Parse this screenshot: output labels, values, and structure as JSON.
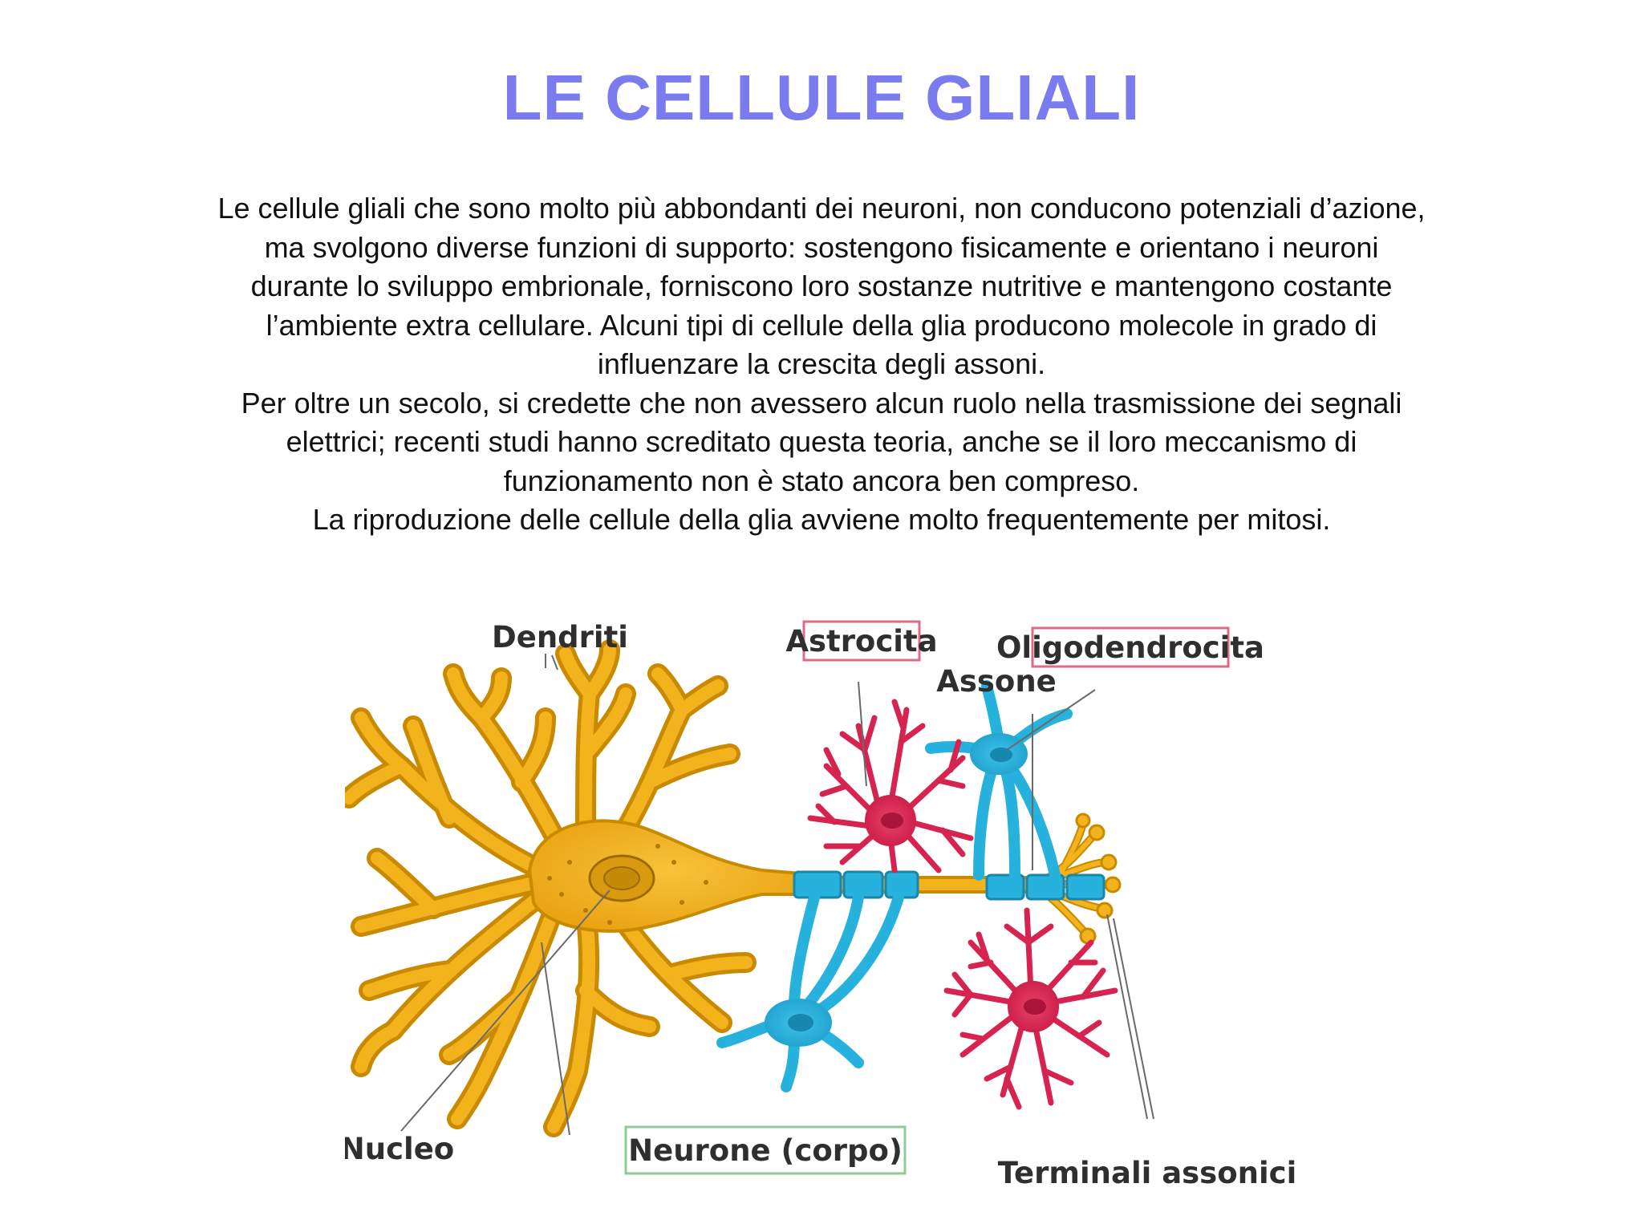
{
  "title": "LE CELLULE GLIALI",
  "paragraph_lines": [
    "Le cellule gliali che sono molto più abbondanti dei neuroni, non conducono potenziali d’azione,",
    "ma svolgono diverse funzioni di supporto: sostengono fisicamente e orientano i neuroni",
    "durante lo sviluppo embrionale, forniscono loro sostanze nutritive e mantengono costante",
    "l’ambiente extra cellulare. Alcuni tipi di cellule della glia producono molecole in grado di",
    "influenzare la crescita degli assoni.",
    "Per oltre un secolo, si credette che non avessero alcun ruolo nella trasmissione dei segnali",
    "elettrici; recenti studi hanno screditato questa teoria, anche se il loro meccanismo di",
    "funzionamento non è stato ancora ben compreso.",
    "La riproduzione delle cellule della glia avviene molto frequentemente per mitosi."
  ],
  "diagram": {
    "labels": {
      "dendriti": "Dendriti",
      "astrocita": "Astrocita",
      "oligodendrocita": "Oligodendrocita",
      "assone": "Assone",
      "nucleo": "Nucleo",
      "neurone_corpo": "Neurone (corpo)",
      "terminali_assonici": "Terminali assonici"
    }
  },
  "colors": {
    "title": "#7B7BF0",
    "text": "#111111",
    "neuron": "#F2B31C",
    "neuron_outline": "#C98A00",
    "astrocyte": "#D6234F",
    "oligodendrocyte": "#27B2DD",
    "label_box_red": "#E06A85",
    "label_box_green": "#8FCB98"
  }
}
